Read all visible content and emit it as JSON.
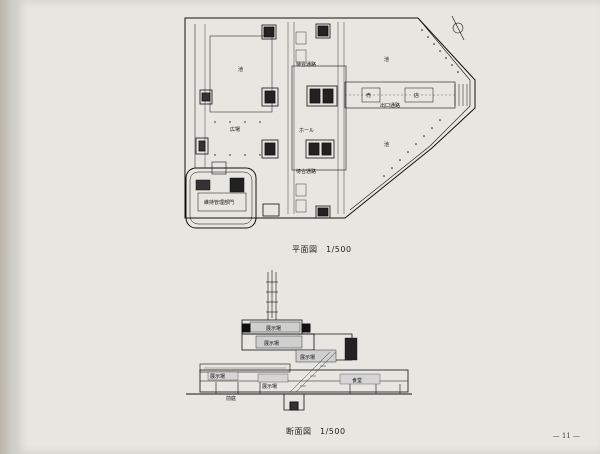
{
  "plan": {
    "caption": "平面図　1/500",
    "labels": {
      "pond_left": "池",
      "plaza": "広場",
      "pond_right_top": "池",
      "pond_right_bottom": "池",
      "hall": "ホール",
      "waiting_top": "待合通路",
      "waiting_bottom": "待合通路",
      "exit_corridor": "出口通路",
      "shop_1": "売",
      "shop_2": "店",
      "maintenance": "維持管理部門"
    }
  },
  "section": {
    "caption": "断面図　1/500",
    "labels": {
      "gallery_top": "展示場",
      "gallery_mid": "展示場",
      "gallery_right": "展示場",
      "exhibit_lower_left": "展示場",
      "exhibit_lower_mid": "展示場",
      "restaurant": "食堂",
      "void": "前庭"
    }
  },
  "folio": "— 11 —"
}
